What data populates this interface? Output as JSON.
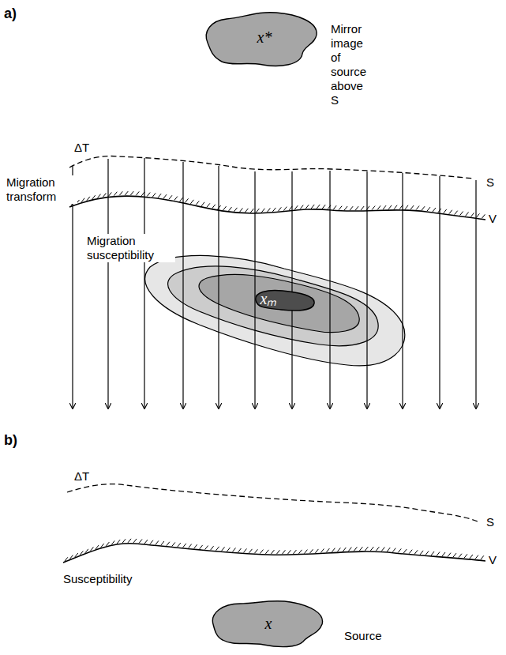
{
  "diagram": {
    "nodes": [
      {
        "text": [
          "x*",
          "Mirror image of source above S"
        ]
      },
      {
        "text": [
          "xₘ"
        ]
      },
      {
        "text": [
          "x",
          "Source"
        ]
      }
    ],
    "labels": [
      "a)",
      "ΔT",
      "Migration transform",
      "S",
      "V",
      "Migration susceptibility",
      "b)",
      "ΔT",
      "S",
      "V",
      "Susceptibility"
    ]
  }
}
